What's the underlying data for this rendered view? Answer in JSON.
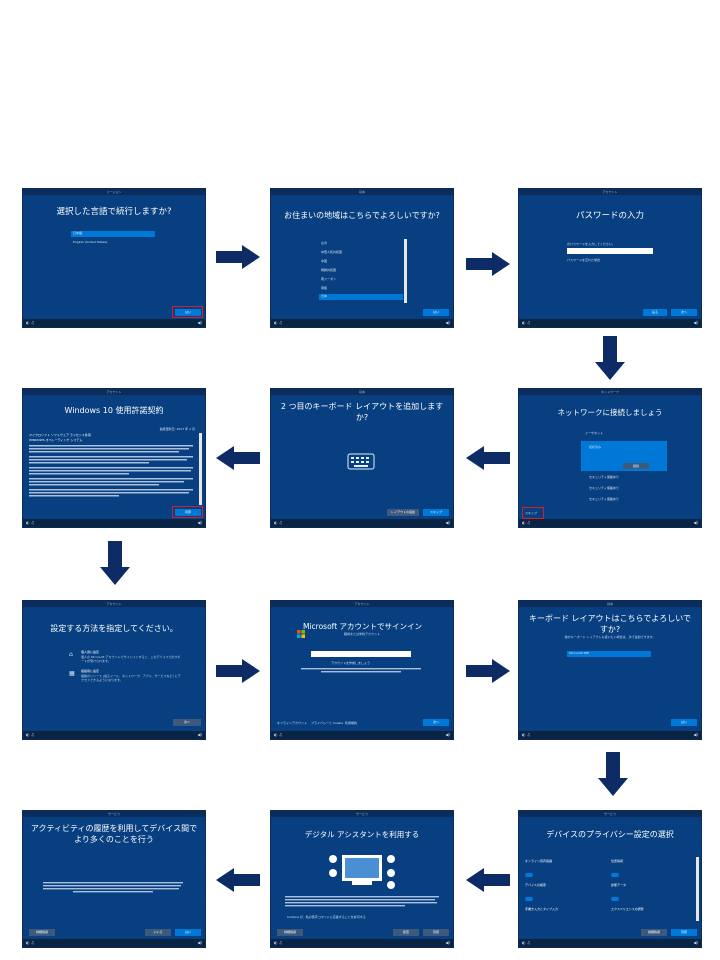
{
  "screens": {
    "s1": {
      "bar": "リージョン",
      "title": "選択した言語で続行しますか?",
      "items": [
        "日本語",
        "English (United States)"
      ],
      "yes": "はい"
    },
    "s2": {
      "bar": "基本",
      "title": "お住まいの地域はこちらでよろしいですか?",
      "items": [
        "台湾",
        "中華人民共和国",
        "中国",
        "朝鮮共和国",
        "南スーダン",
        "南極",
        "日本"
      ],
      "yes": "はい"
    },
    "s3": {
      "bar": "アカウント",
      "title": "パスワードの入力",
      "note": "のパスワードを入力してください。",
      "forgot": "パスワードを忘れた場合",
      "back": "戻る",
      "next": "次へ"
    },
    "s4": {
      "bar": "アカウント",
      "title": "Windows 10 使用許諾契約",
      "date": "最終更新日: 2017 年 1 月",
      "head": "マイクロソフト ソフトウェア ライセンス条項",
      "head2": "WINDOWS オペレーティング システム",
      "accept": "同意"
    },
    "s5": {
      "bar": "基本",
      "title": "2 つ目のキーボード レイアウトを追加しますか?",
      "add": "レイアウトの追加",
      "skip": "スキップ"
    },
    "s6": {
      "bar": "ネットワーク",
      "title": "ネットワークに接続しましょう",
      "nets": [
        "イーサネット",
        "接続済み",
        "セキュリティ保護あり"
      ],
      "connect": "接続",
      "skip": "スキップ"
    },
    "s7": {
      "bar": "アカウント",
      "title": "設定する方法を指定してください。",
      "opt1": "個人用に設定",
      "opt1d": "個人の Microsoft アカウントでサインインすると、このデバイスでのサポートが受けられます。",
      "opt2": "組織用に設定",
      "opt2d": "組織のリソース (電子メール、ネットワーク、アプリ、サービスなど) にアクセスできるようになります。",
      "next": "次へ"
    },
    "s8": {
      "bar": "アカウント",
      "title": "Microsoft アカウントでサインイン",
      "sub": "職場または学校アカウント",
      "create": "アカウントを作成しましょう",
      "next": "次へ",
      "links": [
        "オフラインアカウント",
        "プライバシーと Cookie",
        "利用規約"
      ]
    },
    "s9": {
      "bar": "基本",
      "title": "キーボード レイアウトはこちらでよろしいですか?",
      "sub": "他のキーボード レイアウトも使いたい場合は、次で追加できます。",
      "item": "Microsoft IME",
      "yes": "はい"
    },
    "s10": {
      "bar": "サービス",
      "title": "デバイスのプライバシー設定の選択",
      "items": [
        "オンライン音声認識",
        "位置情報",
        "デバイスの検索",
        "診断データ",
        "手書き入力とタイプ入力",
        "エクスペリエンスの調整"
      ],
      "more": "詳細情報",
      "accept": "同意"
    },
    "s11": {
      "bar": "サービス",
      "title": "デジタル アシスタントを利用する",
      "check": "Cortana が、私の音声コマンドに応答することを許可する",
      "more": "詳細情報",
      "no": "拒否",
      "yes": "同意"
    },
    "s12": {
      "bar": "サービス",
      "title": "アクティビティの履歴を利用してデバイス間でより多くのことを行う",
      "more": "詳細情報",
      "no": "いいえ",
      "yes": "はい"
    }
  },
  "colors": {
    "screen_bg": "#073f80",
    "accent": "#0078d7",
    "arrow": "#0d2b64",
    "highlight": "#d81e2c"
  }
}
